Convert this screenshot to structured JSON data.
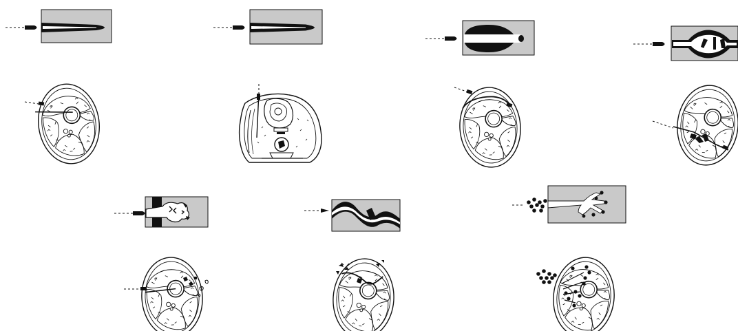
{
  "panels": [
    {
      "id": "p1",
      "kind": "tract-through"
    },
    {
      "id": "p2",
      "kind": "tract-thorax"
    },
    {
      "id": "p3",
      "kind": "temporary-cavity"
    },
    {
      "id": "p4",
      "kind": "fragmentation"
    },
    {
      "id": "p5",
      "kind": "entry-tissue-destruction"
    },
    {
      "id": "p6",
      "kind": "yawing-tumbling"
    },
    {
      "id": "p7",
      "kind": "shotgun-pellets"
    }
  ],
  "colors": {
    "box_fill": "#c9c9c9",
    "ink": "#111111",
    "paper": "#ffffff"
  }
}
